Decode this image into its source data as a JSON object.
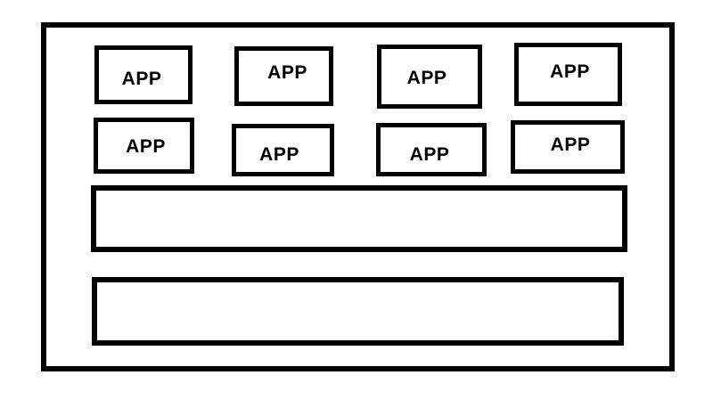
{
  "diagram": {
    "description": "Stack diagram: eight APP boxes above two empty horizontal layer bars inside an outer frame",
    "apps": [
      {
        "label": "APP"
      },
      {
        "label": "APP"
      },
      {
        "label": "APP"
      },
      {
        "label": "APP"
      },
      {
        "label": "APP"
      },
      {
        "label": "APP"
      },
      {
        "label": "APP"
      },
      {
        "label": "APP"
      }
    ],
    "layers": [
      {
        "label": ""
      },
      {
        "label": ""
      }
    ],
    "colors": {
      "stroke": "#000000",
      "background": "#ffffff"
    }
  }
}
